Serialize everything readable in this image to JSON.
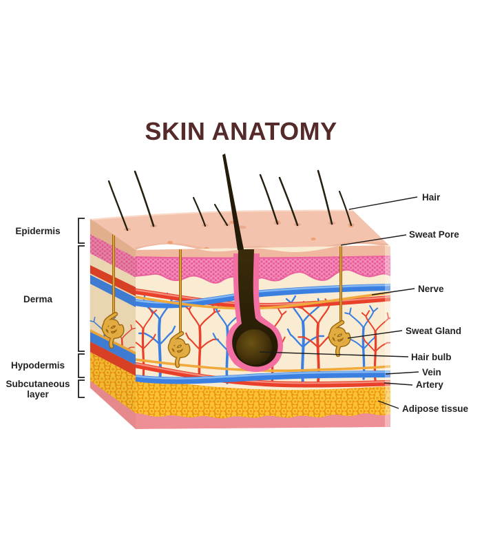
{
  "title": "SKIN ANATOMY",
  "left_labels": [
    "Epidermis",
    "Derma",
    "Hypodermis",
    "Subcutaneous layer"
  ],
  "right_labels": [
    "Hair",
    "Sweat Pore",
    "Nerve",
    "Sweat Gland",
    "Hair bulb",
    "Vein",
    "Artery",
    "Adipose tissue"
  ],
  "palette": {
    "title_text": "#542a2b",
    "label_text": "#222222",
    "leader_line": "#1c1c1c",
    "skin_surface": "#f4c3ad",
    "epidermis_pink": "#f48cb4",
    "epidermis_dots": "#e4559a",
    "dermis_cream": "#f9ecd2",
    "vein_blue": "#3b7fe0",
    "artery_red": "#e8402a",
    "nerve_orange": "#f0a93c",
    "sweat_gland_gold": "#d9a33c",
    "hair_brown": "#241c08",
    "follicle_sheath_pink": "#f46fa1",
    "adipose_yellow": "#f9c332",
    "adipose_orange": "#ef8f15",
    "subcutaneous_pink": "#ee8f96"
  }
}
